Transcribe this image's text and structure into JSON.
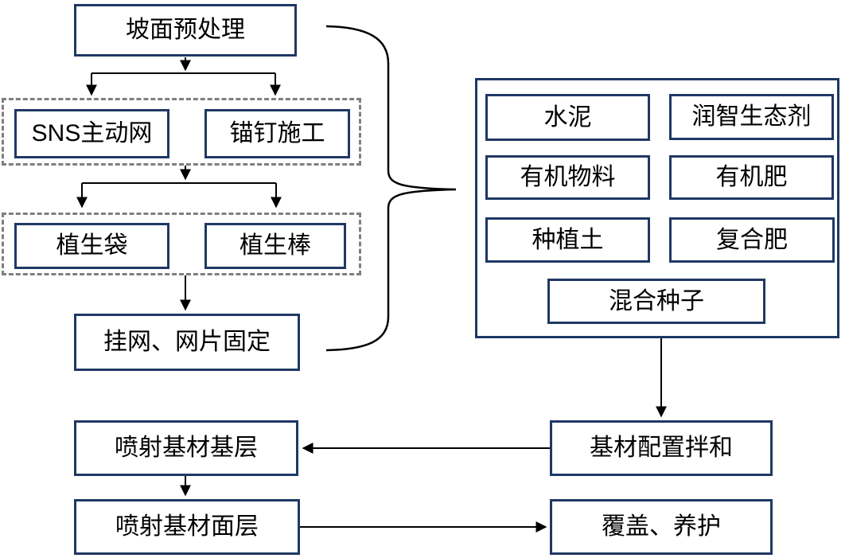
{
  "diagram": {
    "type": "flowchart",
    "language": "zh-CN",
    "colors": {
      "node_border": "#1f3864",
      "group_border": "#7f7f7f",
      "connector": "#000000",
      "text": "#000000",
      "background": "#ffffff"
    },
    "nodes": {
      "slope_pretreatment": "坡面预处理",
      "sns_active_net": "SNS主动网",
      "anchor_construction": "锚钉施工",
      "vegetation_bag": "植生袋",
      "vegetation_rod": "植生棒",
      "hang_net_fixing": "挂网、网片固定",
      "cement": "水泥",
      "runzhi_eco_agent": "润智生态剂",
      "organic_material": "有机物料",
      "organic_fertilizer": "有机肥",
      "planting_soil": "种植土",
      "compound_fertilizer": "复合肥",
      "mixed_seeds": "混合种子",
      "substrate_mixing": "基材配置拌和",
      "spray_base_layer": "喷射基材基层",
      "spray_surface_layer": "喷射基材面层",
      "cover_maintenance": "覆盖、养护"
    },
    "groups": [
      {
        "name": "net-anchor-group",
        "style": "dashed",
        "members": [
          "sns_active_net",
          "anchor_construction"
        ]
      },
      {
        "name": "vegetation-group",
        "style": "dashed",
        "members": [
          "vegetation_bag",
          "vegetation_rod"
        ]
      },
      {
        "name": "materials-box",
        "style": "solid",
        "members": [
          "cement",
          "runzhi_eco_agent",
          "organic_material",
          "organic_fertilizer",
          "planting_soil",
          "compound_fertilizer",
          "mixed_seeds"
        ]
      }
    ],
    "edges": [
      {
        "from": "slope_pretreatment",
        "to": "sns_active_net",
        "type": "arrow"
      },
      {
        "from": "slope_pretreatment",
        "to": "anchor_construction",
        "type": "arrow"
      },
      {
        "from": "net-anchor-group",
        "to": "vegetation_bag",
        "type": "arrow"
      },
      {
        "from": "net-anchor-group",
        "to": "vegetation_rod",
        "type": "arrow"
      },
      {
        "from": "vegetation-group",
        "to": "hang_net_fixing",
        "type": "arrow"
      },
      {
        "from": "slope_pretreatment…hang_net_fixing",
        "to": "materials-box",
        "type": "curly-brace"
      },
      {
        "from": "materials-box",
        "to": "substrate_mixing",
        "type": "arrow"
      },
      {
        "from": "substrate_mixing",
        "to": "spray_base_layer",
        "type": "arrow"
      },
      {
        "from": "spray_base_layer",
        "to": "spray_surface_layer",
        "type": "arrow"
      },
      {
        "from": "spray_surface_layer",
        "to": "cover_maintenance",
        "type": "arrow"
      }
    ]
  }
}
